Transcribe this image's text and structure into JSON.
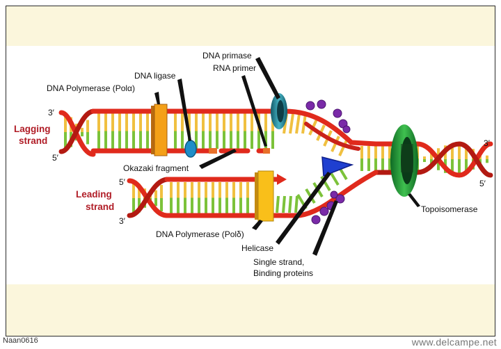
{
  "labels": {
    "dna_primase": "DNA primase",
    "rna_primer": "RNA primer",
    "dna_ligase": "DNA ligase",
    "polymerase_alpha": "DNA Polymerase (Polα)",
    "okazaki": "Okazaki fragment",
    "polymerase_delta": "DNA Polymerase (Polδ)",
    "helicase": "Helicase",
    "ssb_line1": "Single strand,",
    "ssb_line2": "Binding proteins",
    "topoisomerase": "Topoisomerase",
    "lagging_line1": "Lagging",
    "lagging_line2": "strand",
    "leading_line1": "Leading",
    "leading_line2": "strand"
  },
  "ends": {
    "lag_top": "3′",
    "lag_bottom": "5′",
    "lead_top": "5′",
    "lead_bottom": "3′",
    "right_top": "3′",
    "right_bottom": "5′"
  },
  "footer": {
    "left": "Naan0616",
    "right": "www.delcampe.net"
  },
  "colors": {
    "backbone": "#e02a1c",
    "base_yellow": "#f0c040",
    "base_green": "#7cc23a",
    "polymerase": "#f4a018",
    "primase": "#2a8fa0",
    "topoisomerase": "#1f9a3a",
    "helicase": "#1f3fd0",
    "ssb": "#7a2aa8",
    "label_red": "#b01c26"
  }
}
